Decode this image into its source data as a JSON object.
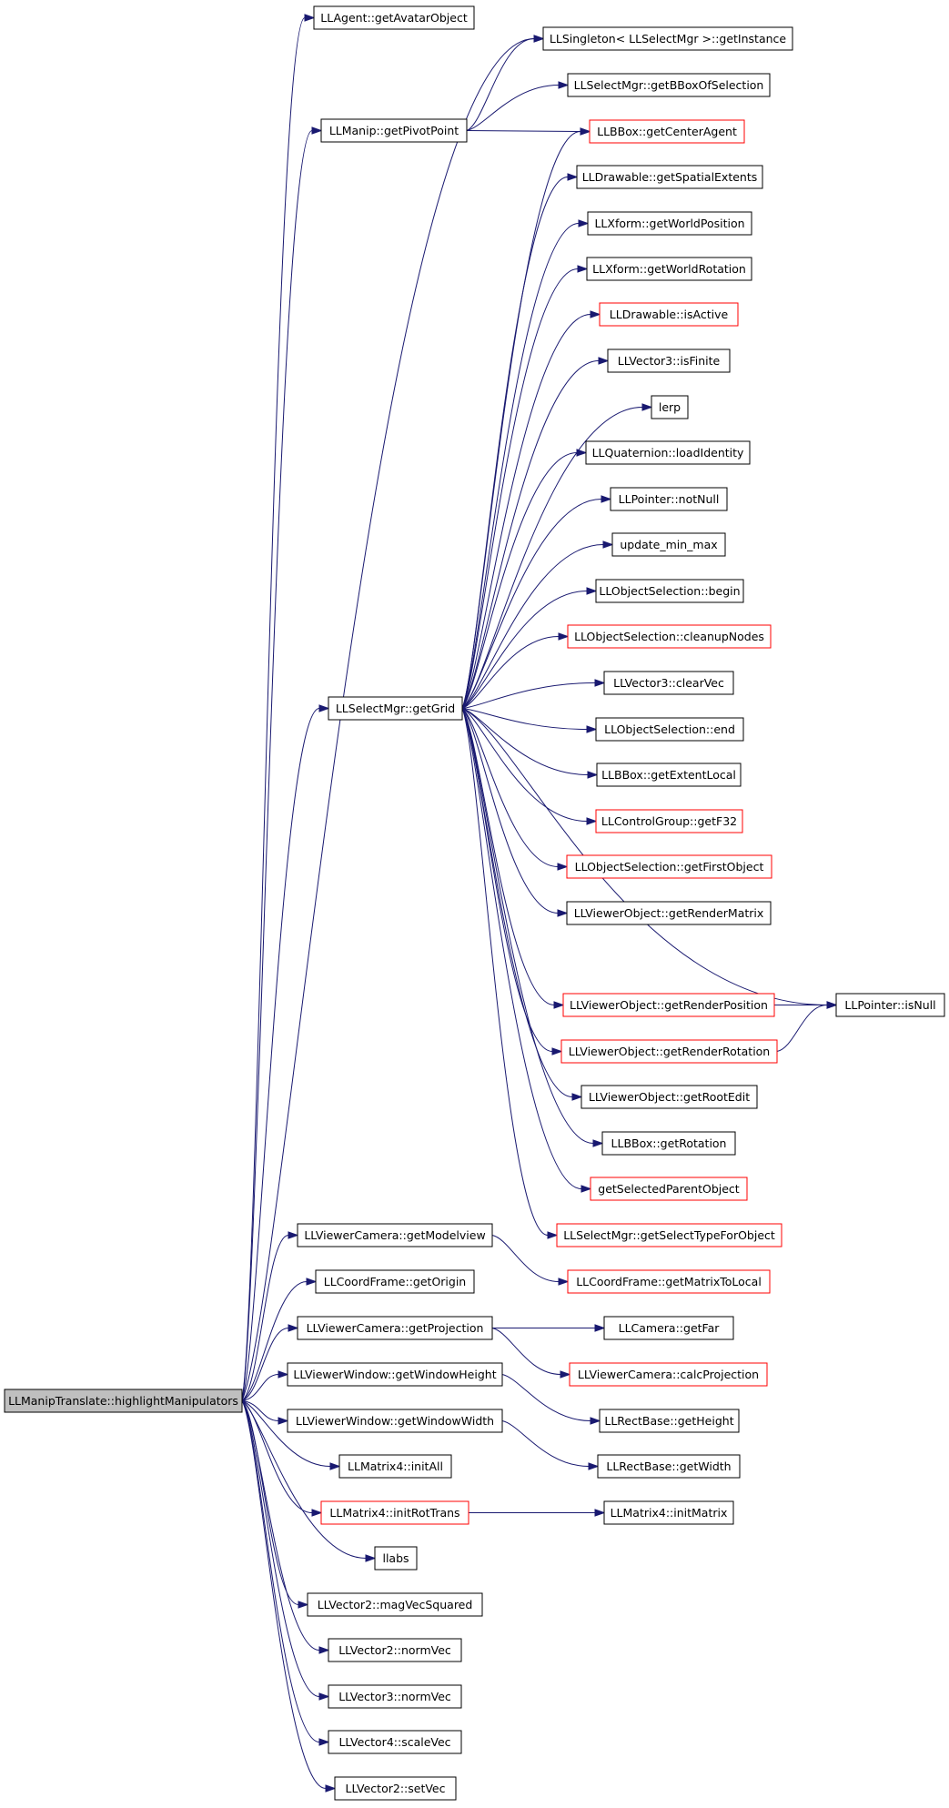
{
  "graph": {
    "root": "LLManipTranslate::highlightManipulators",
    "colors": {
      "edge": "#191970",
      "node_border": "#000000",
      "truncated_border": "#ff0000",
      "root_fill": "#bfbfbf"
    },
    "nodes": [
      {
        "id": "root",
        "label": "LLManipTranslate::highlightManipulators",
        "style": "root"
      },
      {
        "id": "getAvatarObject",
        "label": "LLAgent::getAvatarObject",
        "style": "normal"
      },
      {
        "id": "getInstance",
        "label": "LLSingleton< LLSelectMgr >::getInstance",
        "style": "normal"
      },
      {
        "id": "getBBoxOfSelection",
        "label": "LLSelectMgr::getBBoxOfSelection",
        "style": "normal"
      },
      {
        "id": "getPivotPoint",
        "label": "LLManip::getPivotPoint",
        "style": "normal"
      },
      {
        "id": "getCenterAgent",
        "label": "LLBBox::getCenterAgent",
        "style": "truncated"
      },
      {
        "id": "getSpatialExtents",
        "label": "LLDrawable::getSpatialExtents",
        "style": "normal"
      },
      {
        "id": "getWorldPosition",
        "label": "LLXform::getWorldPosition",
        "style": "normal"
      },
      {
        "id": "getWorldRotation",
        "label": "LLXform::getWorldRotation",
        "style": "normal"
      },
      {
        "id": "isActive",
        "label": "LLDrawable::isActive",
        "style": "truncated"
      },
      {
        "id": "isFinite",
        "label": "LLVector3::isFinite",
        "style": "normal"
      },
      {
        "id": "lerp",
        "label": "lerp",
        "style": "normal"
      },
      {
        "id": "loadIdentity",
        "label": "LLQuaternion::loadIdentity",
        "style": "normal"
      },
      {
        "id": "notNull",
        "label": "LLPointer::notNull",
        "style": "normal"
      },
      {
        "id": "update_min_max",
        "label": "update_min_max",
        "style": "normal"
      },
      {
        "id": "begin",
        "label": "LLObjectSelection::begin",
        "style": "normal"
      },
      {
        "id": "cleanupNodes",
        "label": "LLObjectSelection::cleanupNodes",
        "style": "truncated"
      },
      {
        "id": "getGrid",
        "label": "LLSelectMgr::getGrid",
        "style": "normal"
      },
      {
        "id": "clearVec",
        "label": "LLVector3::clearVec",
        "style": "normal"
      },
      {
        "id": "end",
        "label": "LLObjectSelection::end",
        "style": "normal"
      },
      {
        "id": "getExtentLocal",
        "label": "LLBBox::getExtentLocal",
        "style": "normal"
      },
      {
        "id": "getF32",
        "label": "LLControlGroup::getF32",
        "style": "truncated"
      },
      {
        "id": "getFirstObject",
        "label": "LLObjectSelection::getFirstObject",
        "style": "truncated"
      },
      {
        "id": "getRenderMatrix",
        "label": "LLViewerObject::getRenderMatrix",
        "style": "normal"
      },
      {
        "id": "getRenderPosition",
        "label": "LLViewerObject::getRenderPosition",
        "style": "truncated"
      },
      {
        "id": "isNull",
        "label": "LLPointer::isNull",
        "style": "normal"
      },
      {
        "id": "getRenderRotation",
        "label": "LLViewerObject::getRenderRotation",
        "style": "truncated"
      },
      {
        "id": "getRootEdit",
        "label": "LLViewerObject::getRootEdit",
        "style": "normal"
      },
      {
        "id": "getRotation",
        "label": "LLBBox::getRotation",
        "style": "normal"
      },
      {
        "id": "getSelectedParentObject",
        "label": "getSelectedParentObject",
        "style": "truncated"
      },
      {
        "id": "getSelectTypeForObject",
        "label": "LLSelectMgr::getSelectTypeForObject",
        "style": "truncated"
      },
      {
        "id": "getModelview",
        "label": "LLViewerCamera::getModelview",
        "style": "normal"
      },
      {
        "id": "getMatrixToLocal",
        "label": "LLCoordFrame::getMatrixToLocal",
        "style": "truncated"
      },
      {
        "id": "getOrigin",
        "label": "LLCoordFrame::getOrigin",
        "style": "normal"
      },
      {
        "id": "getProjection",
        "label": "LLViewerCamera::getProjection",
        "style": "normal"
      },
      {
        "id": "getFar",
        "label": "LLCamera::getFar",
        "style": "normal"
      },
      {
        "id": "calcProjection",
        "label": "LLViewerCamera::calcProjection",
        "style": "truncated"
      },
      {
        "id": "getWindowHeight",
        "label": "LLViewerWindow::getWindowHeight",
        "style": "normal"
      },
      {
        "id": "getHeight",
        "label": "LLRectBase::getHeight",
        "style": "normal"
      },
      {
        "id": "getWindowWidth",
        "label": "LLViewerWindow::getWindowWidth",
        "style": "normal"
      },
      {
        "id": "getWidth",
        "label": "LLRectBase::getWidth",
        "style": "normal"
      },
      {
        "id": "initAll",
        "label": "LLMatrix4::initAll",
        "style": "normal"
      },
      {
        "id": "initRotTrans",
        "label": "LLMatrix4::initRotTrans",
        "style": "truncated"
      },
      {
        "id": "initMatrix",
        "label": "LLMatrix4::initMatrix",
        "style": "normal"
      },
      {
        "id": "llabs",
        "label": "llabs",
        "style": "normal"
      },
      {
        "id": "magVecSquared",
        "label": "LLVector2::magVecSquared",
        "style": "normal"
      },
      {
        "id": "normVec2",
        "label": "LLVector2::normVec",
        "style": "normal"
      },
      {
        "id": "normVec3",
        "label": "LLVector3::normVec",
        "style": "normal"
      },
      {
        "id": "scaleVec",
        "label": "LLVector4::scaleVec",
        "style": "normal"
      },
      {
        "id": "setVec",
        "label": "LLVector2::setVec",
        "style": "normal"
      }
    ],
    "edges": [
      [
        "root",
        "getAvatarObject"
      ],
      [
        "root",
        "getInstance"
      ],
      [
        "root",
        "getPivotPoint"
      ],
      [
        "root",
        "getGrid"
      ],
      [
        "root",
        "getModelview"
      ],
      [
        "root",
        "getOrigin"
      ],
      [
        "root",
        "getProjection"
      ],
      [
        "root",
        "getWindowHeight"
      ],
      [
        "root",
        "getWindowWidth"
      ],
      [
        "root",
        "initAll"
      ],
      [
        "root",
        "initRotTrans"
      ],
      [
        "root",
        "llabs"
      ],
      [
        "root",
        "magVecSquared"
      ],
      [
        "root",
        "normVec2"
      ],
      [
        "root",
        "normVec3"
      ],
      [
        "root",
        "scaleVec"
      ],
      [
        "root",
        "setVec"
      ],
      [
        "getPivotPoint",
        "getInstance"
      ],
      [
        "getPivotPoint",
        "getBBoxOfSelection"
      ],
      [
        "getPivotPoint",
        "getCenterAgent"
      ],
      [
        "getGrid",
        "getCenterAgent"
      ],
      [
        "getGrid",
        "getSpatialExtents"
      ],
      [
        "getGrid",
        "getWorldPosition"
      ],
      [
        "getGrid",
        "getWorldRotation"
      ],
      [
        "getGrid",
        "isActive"
      ],
      [
        "getGrid",
        "isFinite"
      ],
      [
        "getGrid",
        "lerp"
      ],
      [
        "getGrid",
        "loadIdentity"
      ],
      [
        "getGrid",
        "notNull"
      ],
      [
        "getGrid",
        "update_min_max"
      ],
      [
        "getGrid",
        "begin"
      ],
      [
        "getGrid",
        "cleanupNodes"
      ],
      [
        "getGrid",
        "clearVec"
      ],
      [
        "getGrid",
        "end"
      ],
      [
        "getGrid",
        "getExtentLocal"
      ],
      [
        "getGrid",
        "getF32"
      ],
      [
        "getGrid",
        "getFirstObject"
      ],
      [
        "getGrid",
        "getRenderMatrix"
      ],
      [
        "getGrid",
        "isNull"
      ],
      [
        "getGrid",
        "getRenderPosition"
      ],
      [
        "getGrid",
        "getRenderRotation"
      ],
      [
        "getGrid",
        "getRootEdit"
      ],
      [
        "getGrid",
        "getRotation"
      ],
      [
        "getGrid",
        "getSelectedParentObject"
      ],
      [
        "getGrid",
        "getSelectTypeForObject"
      ],
      [
        "getRenderPosition",
        "isNull"
      ],
      [
        "getRenderRotation",
        "isNull"
      ],
      [
        "getModelview",
        "getMatrixToLocal"
      ],
      [
        "getProjection",
        "getFar"
      ],
      [
        "getProjection",
        "calcProjection"
      ],
      [
        "getWindowHeight",
        "getHeight"
      ],
      [
        "getWindowWidth",
        "getWidth"
      ],
      [
        "initRotTrans",
        "initMatrix"
      ]
    ]
  }
}
